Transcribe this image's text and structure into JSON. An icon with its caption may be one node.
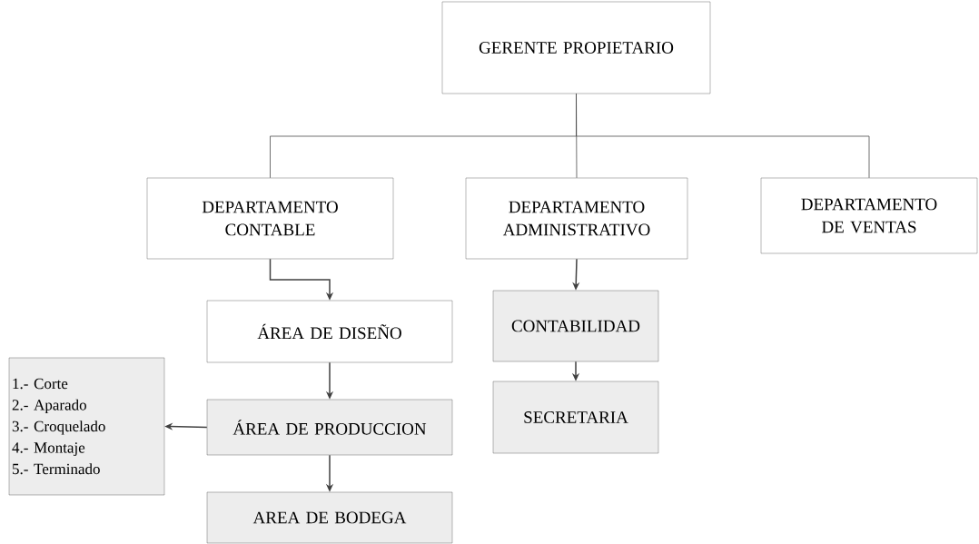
{
  "diagram": {
    "nodes": [
      {
        "text": [
          "GERENTE PROPIETARIO"
        ]
      },
      {
        "text": [
          "DEPARTAMENTO CONTABLE"
        ]
      },
      {
        "text": [
          "DEPARTAMENTO ADMINISTRATIVO"
        ]
      },
      {
        "text": [
          "DEPARTAMENTO DE VENTAS"
        ]
      },
      {
        "text": [
          "ÁREA DE DISEÑO"
        ]
      },
      {
        "text": [
          "CONTABILIDAD"
        ]
      },
      {
        "text": [
          "ÁREA DE PRODUCCION"
        ]
      },
      {
        "text": [
          "SECRETARIA"
        ]
      },
      {
        "text": [
          "1.- Corte",
          "2.- Aparado",
          "3.- Croquelado",
          "4.- Montaje",
          "5.- Terminado"
        ]
      },
      {
        "text": [
          "AREA DE BODEGA"
        ]
      }
    ],
    "edges": [
      {
        "from": 0,
        "to": 1,
        "arrow": "none"
      },
      {
        "from": 0,
        "to": 2,
        "arrow": "none"
      },
      {
        "from": 0,
        "to": 3,
        "arrow": "none"
      },
      {
        "from": 1,
        "to": 4,
        "arrow": "to"
      },
      {
        "from": 2,
        "to": 5,
        "arrow": "to"
      },
      {
        "from": 4,
        "to": 6,
        "arrow": "to"
      },
      {
        "from": 5,
        "to": 7,
        "arrow": "to"
      },
      {
        "from": 6,
        "to": 8,
        "arrow": "to"
      },
      {
        "from": 6,
        "to": 9,
        "arrow": "to"
      }
    ]
  }
}
